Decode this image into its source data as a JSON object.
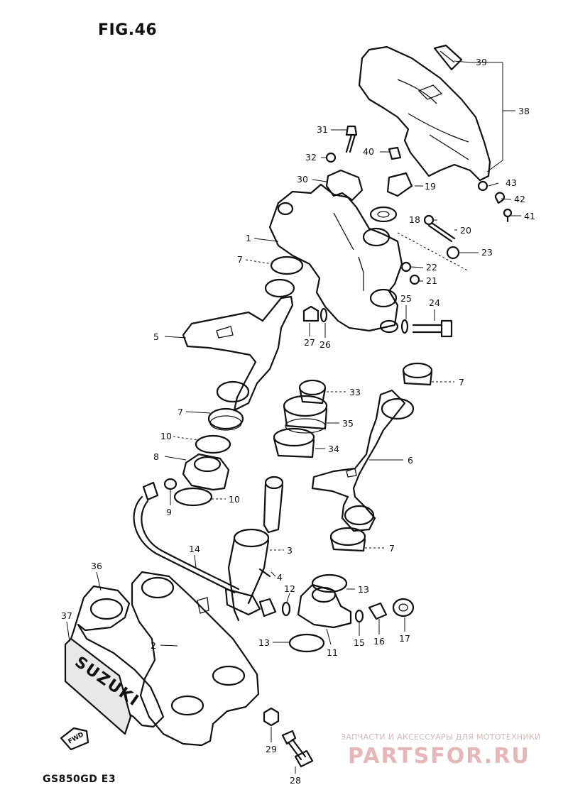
{
  "figure": {
    "title": "FIG.46",
    "model_code": "GS850GD E3"
  },
  "watermark": {
    "tagline": "ЗАПЧАСТИ И АКСЕССУАРЫ ДЛЯ МОТОТЕХНИКИ",
    "brand": "PARTSFOR.RU"
  },
  "decal_text": "SUZUKI",
  "direction_marker": "FWD",
  "callouts": {
    "c1": "1",
    "c2": "2",
    "c3": "3",
    "c4": "4",
    "c5": "5",
    "c6": "6",
    "c7a": "7",
    "c7b": "7",
    "c7c": "7",
    "c7d": "7",
    "c8": "8",
    "c9": "9",
    "c10a": "10",
    "c10b": "10",
    "c11": "11",
    "c12": "12",
    "c13a": "13",
    "c13b": "13",
    "c14": "14",
    "c15": "15",
    "c16": "16",
    "c17": "17",
    "c18": "18",
    "c19": "19",
    "c20": "20",
    "c21": "21",
    "c22": "22",
    "c23": "23",
    "c24": "24",
    "c25": "25",
    "c26": "26",
    "c27": "27",
    "c28": "28",
    "c29": "29",
    "c30": "30",
    "c31": "31",
    "c32": "32",
    "c33": "33",
    "c34": "34",
    "c35": "35",
    "c36": "36",
    "c37": "37",
    "c38": "38",
    "c39": "39",
    "c40": "40",
    "c41": "41",
    "c42": "42",
    "c43": "43"
  }
}
